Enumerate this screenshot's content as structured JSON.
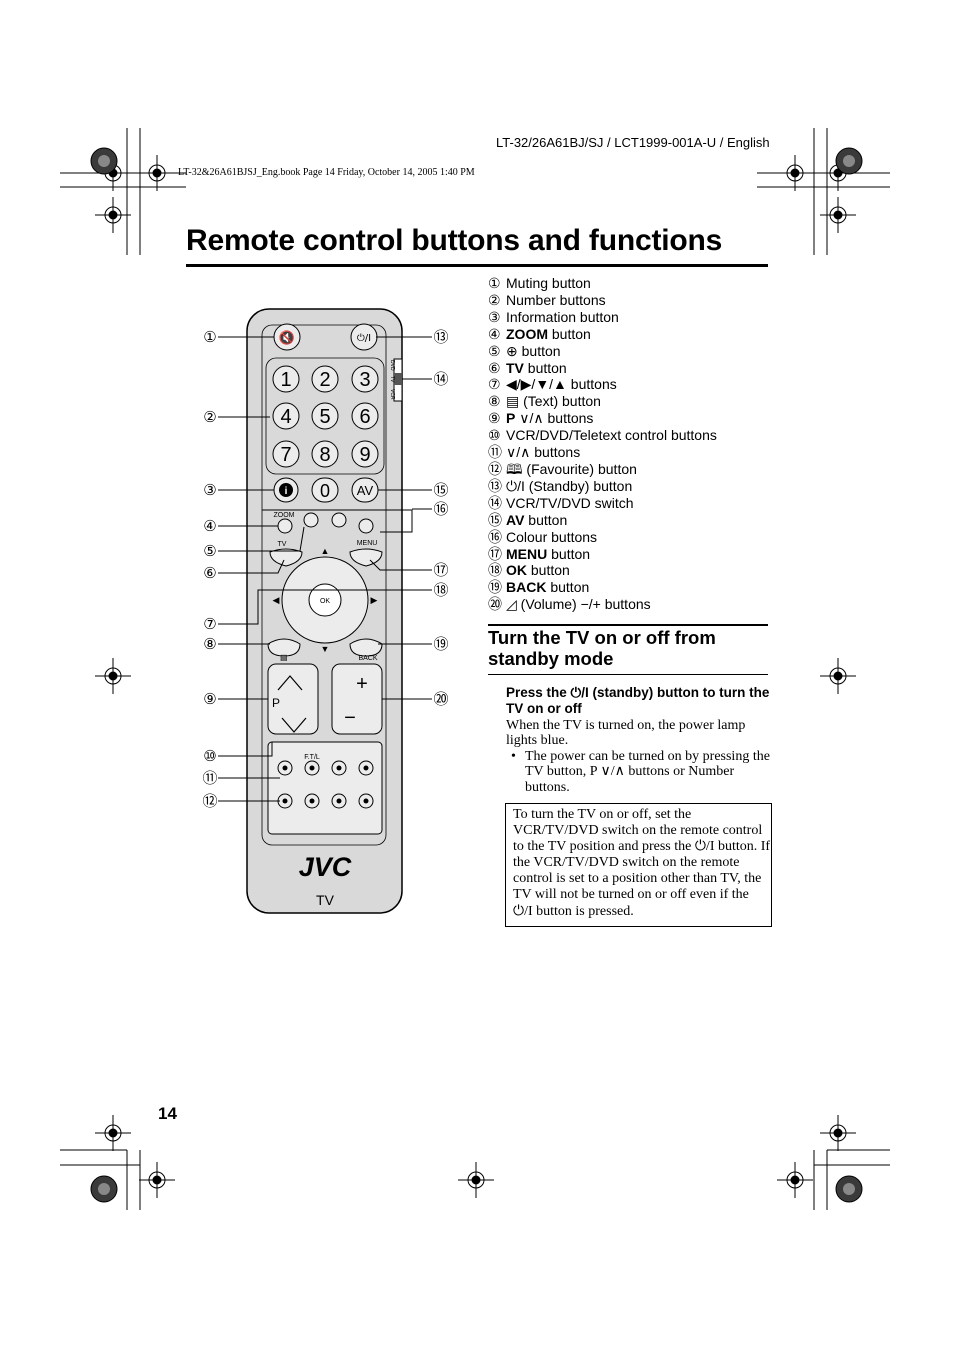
{
  "header": {
    "doc_id": "LT-32/26A61BJ/SJ / LCT1999-001A-U / English",
    "book_line": "LT-32&26A61BJSJ_Eng.book  Page 14  Friday, October 14, 2005  1:40 PM"
  },
  "title": "Remote control buttons and functions",
  "callouts": [
    "①",
    "②",
    "③",
    "④",
    "⑤",
    "⑥",
    "⑦",
    "⑧",
    "⑨",
    "⑩",
    "⑪",
    "⑫",
    "⑬",
    "⑭",
    "⑮",
    "⑯",
    "⑰",
    "⑱",
    "⑲",
    "⑳"
  ],
  "legend": [
    {
      "num": "①",
      "text": "Muting button"
    },
    {
      "num": "②",
      "text": "Number buttons"
    },
    {
      "num": "③",
      "text": "Information button"
    },
    {
      "num": "④",
      "kw": "ZOOM",
      "text": " button"
    },
    {
      "num": "⑤",
      "icon": "⊕",
      "text": " button"
    },
    {
      "num": "⑥",
      "kw": "TV",
      "text": " button"
    },
    {
      "num": "⑦",
      "text": "◀/▶/▼/▲ buttons"
    },
    {
      "num": "⑧",
      "icon": "▤",
      "text": " (Text) button"
    },
    {
      "num": "⑨",
      "kw": "P",
      "text": " ∨/∧ buttons"
    },
    {
      "num": "⑩",
      "text": "VCR/DVD/Teletext control buttons"
    },
    {
      "num": "⑪",
      "text": "∨/∧ buttons"
    },
    {
      "num": "⑫",
      "icon": "🕮",
      "text": " (Favourite) button"
    },
    {
      "num": "⑬",
      "icon": "⏻/I",
      "text": " (Standby) button"
    },
    {
      "num": "⑭",
      "text": "VCR/TV/DVD switch"
    },
    {
      "num": "⑮",
      "kw": "AV",
      "text": " button"
    },
    {
      "num": "⑯",
      "text": "Colour buttons"
    },
    {
      "num": "⑰",
      "kw": "MENU",
      "text": " button"
    },
    {
      "num": "⑱",
      "kw": "OK",
      "text": " button"
    },
    {
      "num": "⑲",
      "kw": "BACK",
      "text": " button"
    },
    {
      "num": "⑳",
      "icon": "◿",
      "text": " (Volume) −/+ buttons"
    }
  ],
  "section": {
    "title": "Turn the TV on or off from standby mode",
    "instruction": "Press the ⏻/I (standby) button to turn the TV on or off",
    "body": "When the TV is turned on, the power lamp lights blue.",
    "bullet": "The power can be turned on by pressing the TV button, P ∨/∧ buttons or Number buttons.",
    "note": "To turn the TV on or off, set the VCR/TV/DVD switch on the remote control to the TV position and press the ⏻/I button. If the VCR/TV/DVD switch on the remote control is set to a position other than TV, the TV will not be turned on or off even if the ⏻/I button is pressed."
  },
  "remote": {
    "digits": [
      "1",
      "2",
      "3",
      "4",
      "5",
      "6",
      "7",
      "8",
      "9",
      "0"
    ],
    "info": "i",
    "av": "AV",
    "zoom": "ZOOM",
    "tv": "TV",
    "menu": "MENU",
    "ok": "OK",
    "back": "BACK",
    "p": "P",
    "ftl": "F.T/L",
    "switch_labels": [
      "DVD",
      "TV",
      "VCR"
    ],
    "brand": "JVC",
    "model_label": "TV"
  },
  "page_number": "14",
  "colors": {
    "remote_body": "#d9d9d9",
    "remote_outline": "#000000",
    "button_face": "#ececec"
  }
}
